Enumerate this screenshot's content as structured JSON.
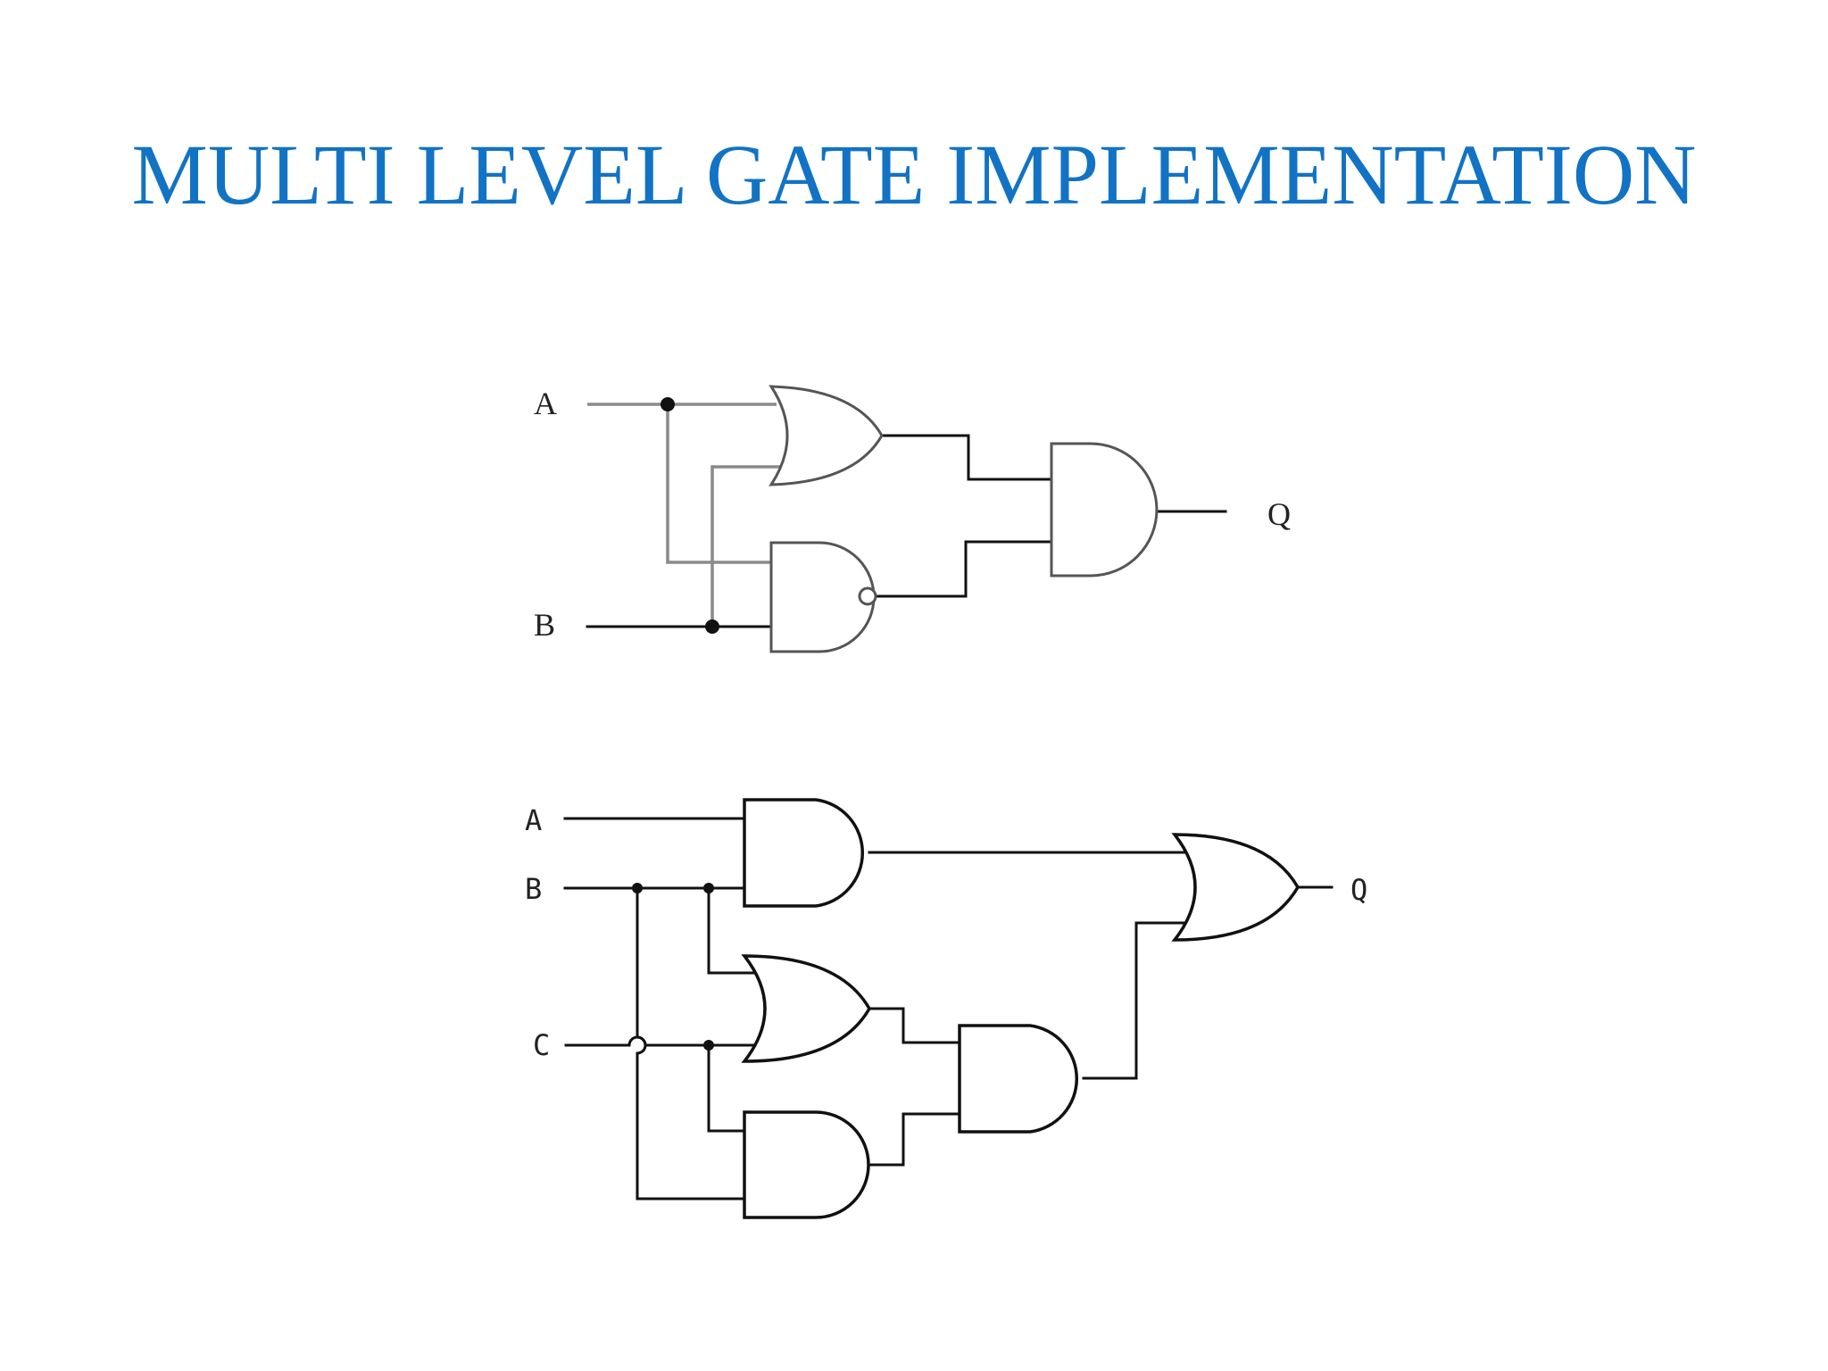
{
  "slide": {
    "title": "MULTI LEVEL GATE IMPLEMENTATION"
  },
  "circuit1": {
    "inputs": [
      "A",
      "B"
    ],
    "output": "Q",
    "gates": [
      "OR",
      "NAND",
      "AND"
    ]
  },
  "circuit2": {
    "inputs": [
      "A",
      "B",
      "C"
    ],
    "output": "Q",
    "gates": [
      "AND",
      "OR",
      "AND",
      "AND",
      "OR"
    ]
  }
}
